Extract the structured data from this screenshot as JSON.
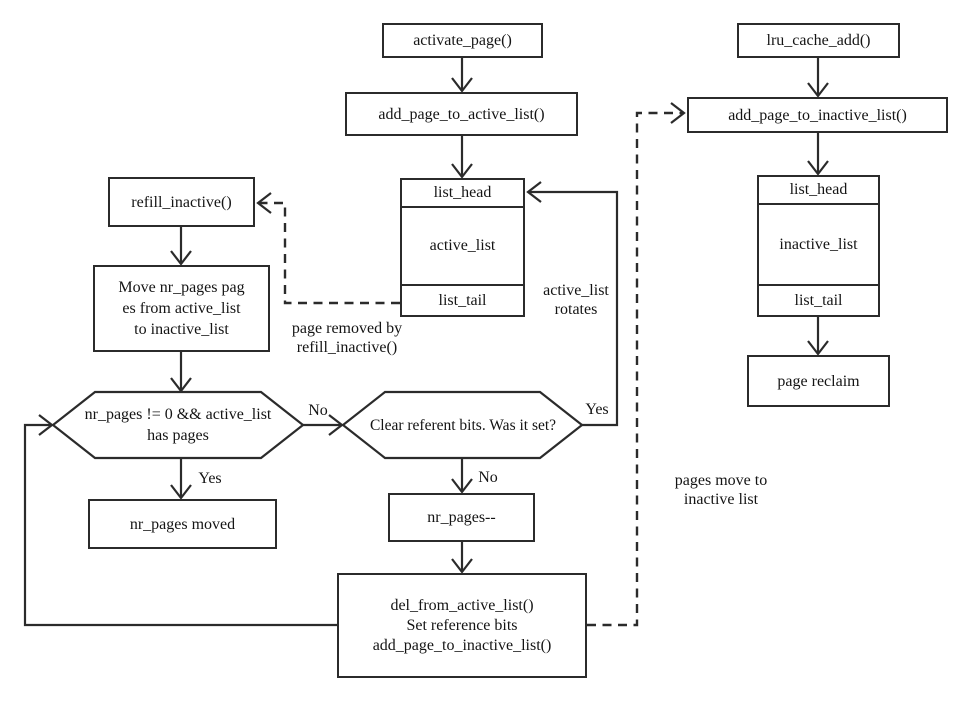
{
  "colors": {
    "line": "#2b2b2b",
    "text": "#141414",
    "bg": "#ffffff"
  },
  "nodes": {
    "activate_page": "activate_page()",
    "add_page_to_active_list": "add_page_to_active_list()",
    "lru_cache_add": "lru_cache_add()",
    "add_page_to_inactive_list": "add_page_to_inactive_list()",
    "active_table": {
      "head": "list_head",
      "body": "active_list",
      "tail": "list_tail"
    },
    "inactive_table": {
      "head": "list_head",
      "body": "inactive_list",
      "tail": "list_tail"
    },
    "page_reclaim": "page reclaim",
    "refill_inactive": "refill_inactive()",
    "move_nr_pages": "Move nr_pages pag\nes from active_list\nto inactive_list",
    "nr_pages_check": "nr_pages != 0 && active_list\nhas pages",
    "clear_referent": "Clear referent bits. Was it set?",
    "nr_pages_moved": "nr_pages moved",
    "nr_pages_decrement": "nr_pages--",
    "del_from_active": "del_from_active_list()\nSet reference bits\nadd_page_to_inactive_list()"
  },
  "labels": {
    "yes_to_nr_pages_moved": "Yes",
    "no_to_clear_referent": "No",
    "yes_to_list_head": "Yes",
    "no_to_nr_pages_decrement": "No",
    "active_list_rotates": "active_list\nrotates",
    "page_removed_by": "page removed by\nrefill_inactive()",
    "pages_move_to": "pages move to\ninactive list"
  }
}
